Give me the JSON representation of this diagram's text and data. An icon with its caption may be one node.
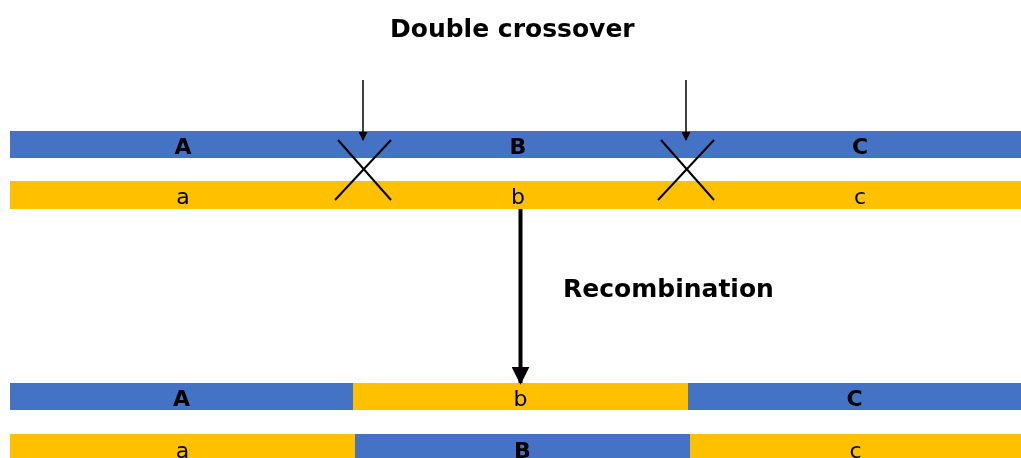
{
  "diagram": {
    "title": "Double crossover",
    "nodes": [
      {
        "text": [
          "A",
          "B",
          "C"
        ]
      },
      {
        "text": [
          "a",
          "b",
          "c"
        ]
      },
      {
        "text": [
          "A"
        ]
      },
      {
        "text": [
          "b"
        ]
      },
      {
        "text": [
          "C"
        ]
      },
      {
        "text": [
          "a"
        ]
      },
      {
        "text": [
          "B"
        ]
      },
      {
        "text": [
          "c"
        ]
      },
      {
        "text": [],
        "shape": "cross"
      },
      {
        "text": [],
        "shape": "cross"
      }
    ],
    "edges": [
      {
        "from": null,
        "to": 8,
        "arrow": "to"
      },
      {
        "from": null,
        "to": 9,
        "arrow": "to"
      },
      {
        "from": 1,
        "to": 3,
        "arrow": "to",
        "label": "Recombination",
        "style": "thick"
      }
    ]
  }
}
